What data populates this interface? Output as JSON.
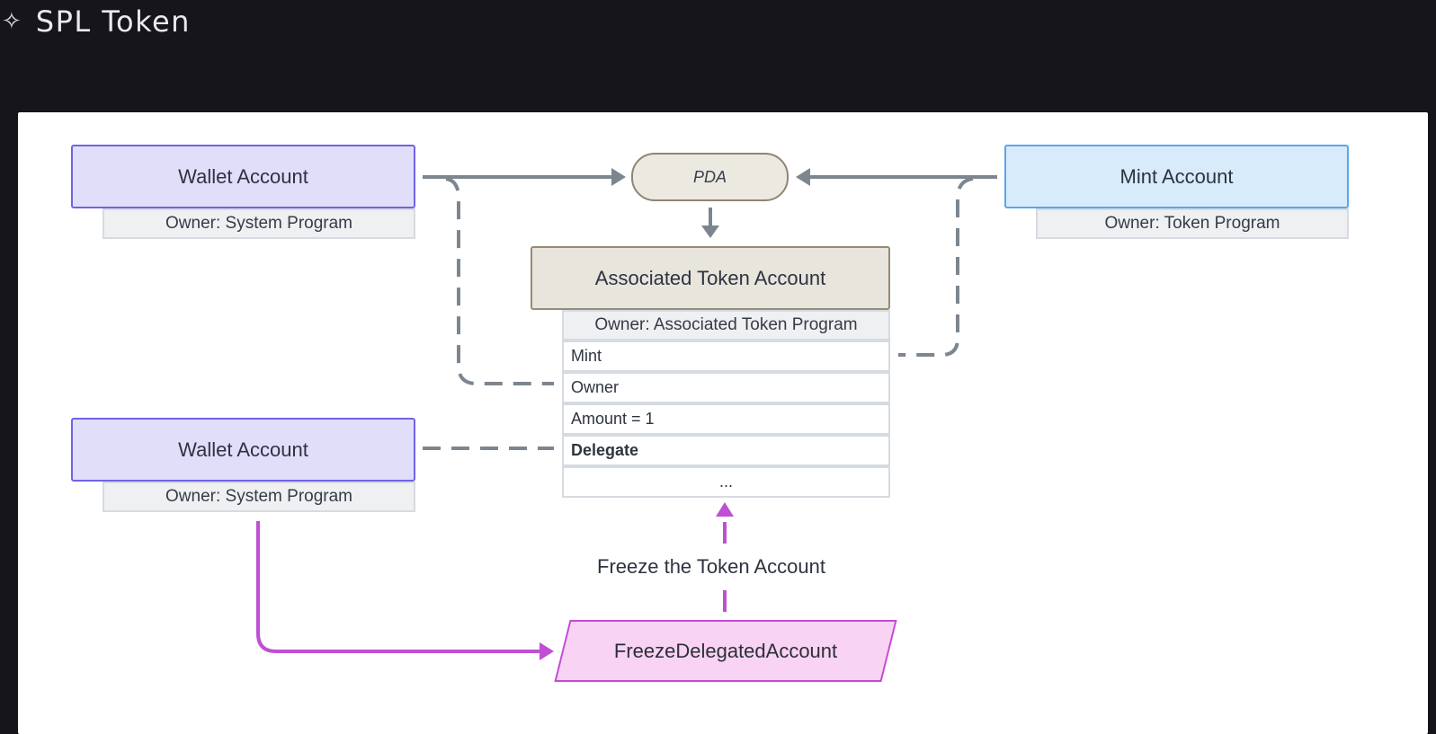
{
  "header": {
    "icon": "sparkle-icon",
    "title": "SPL Token"
  },
  "diagram": {
    "wallet_top": {
      "label": "Wallet Account",
      "owner": "Owner: System Program"
    },
    "mint": {
      "label": "Mint Account",
      "owner": "Owner: Token Program"
    },
    "pda": {
      "label": "PDA"
    },
    "ata": {
      "label": "Associated Token Account",
      "owner": "Owner: Associated Token Program",
      "fields": [
        "Mint",
        "Owner",
        "Amount = 1",
        "Delegate",
        "..."
      ]
    },
    "wallet_bottom": {
      "label": "Wallet Account",
      "owner": "Owner: System Program"
    },
    "instruction": {
      "label": "FreezeDelegatedAccount"
    },
    "edge_label": "Freeze the Token Account"
  },
  "colors": {
    "wallet_fill": "#e1defa",
    "wallet_border": "#6f63e6",
    "mint_fill": "#d8ebfb",
    "mint_border": "#5aa7e8",
    "ata_fill": "#e8e5dd",
    "ata_border": "#968b75",
    "instruction_fill": "#f8d3f3",
    "instruction_border": "#c54ad6",
    "connector_gray": "#7d868f",
    "connector_purple": "#c04fd4"
  }
}
